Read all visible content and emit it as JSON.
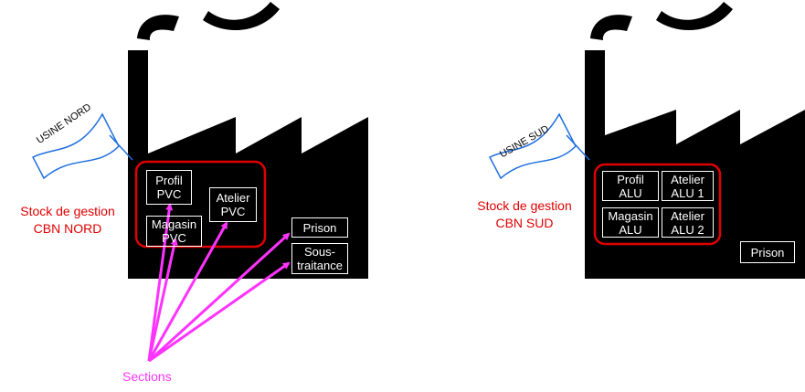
{
  "factories": [
    {
      "flag": "USINE NORD",
      "stock_label": "Stock de gestion\nCBN NORD",
      "sections": [
        {
          "text": "Profil\nPVC"
        },
        {
          "text": "Atelier\nPVC"
        },
        {
          "text": "Magasin\nPVC"
        },
        {
          "text": "Prison"
        },
        {
          "text": "Sous-\ntraitance"
        }
      ]
    },
    {
      "flag": "USINE SUD",
      "stock_label": "Stock de gestion\nCBN SUD",
      "sections": [
        {
          "text": "Profil\nALU"
        },
        {
          "text": "Atelier\nALU 1"
        },
        {
          "text": "Magasin\nALU"
        },
        {
          "text": "Atelier\nALU 2"
        },
        {
          "text": "Prison"
        }
      ]
    }
  ],
  "sections_label": "Sections",
  "colors": {
    "factory": "#000000",
    "stock_border": "#e00000",
    "flag_border": "#1e6ee0",
    "arrow": "#ff33ff"
  }
}
